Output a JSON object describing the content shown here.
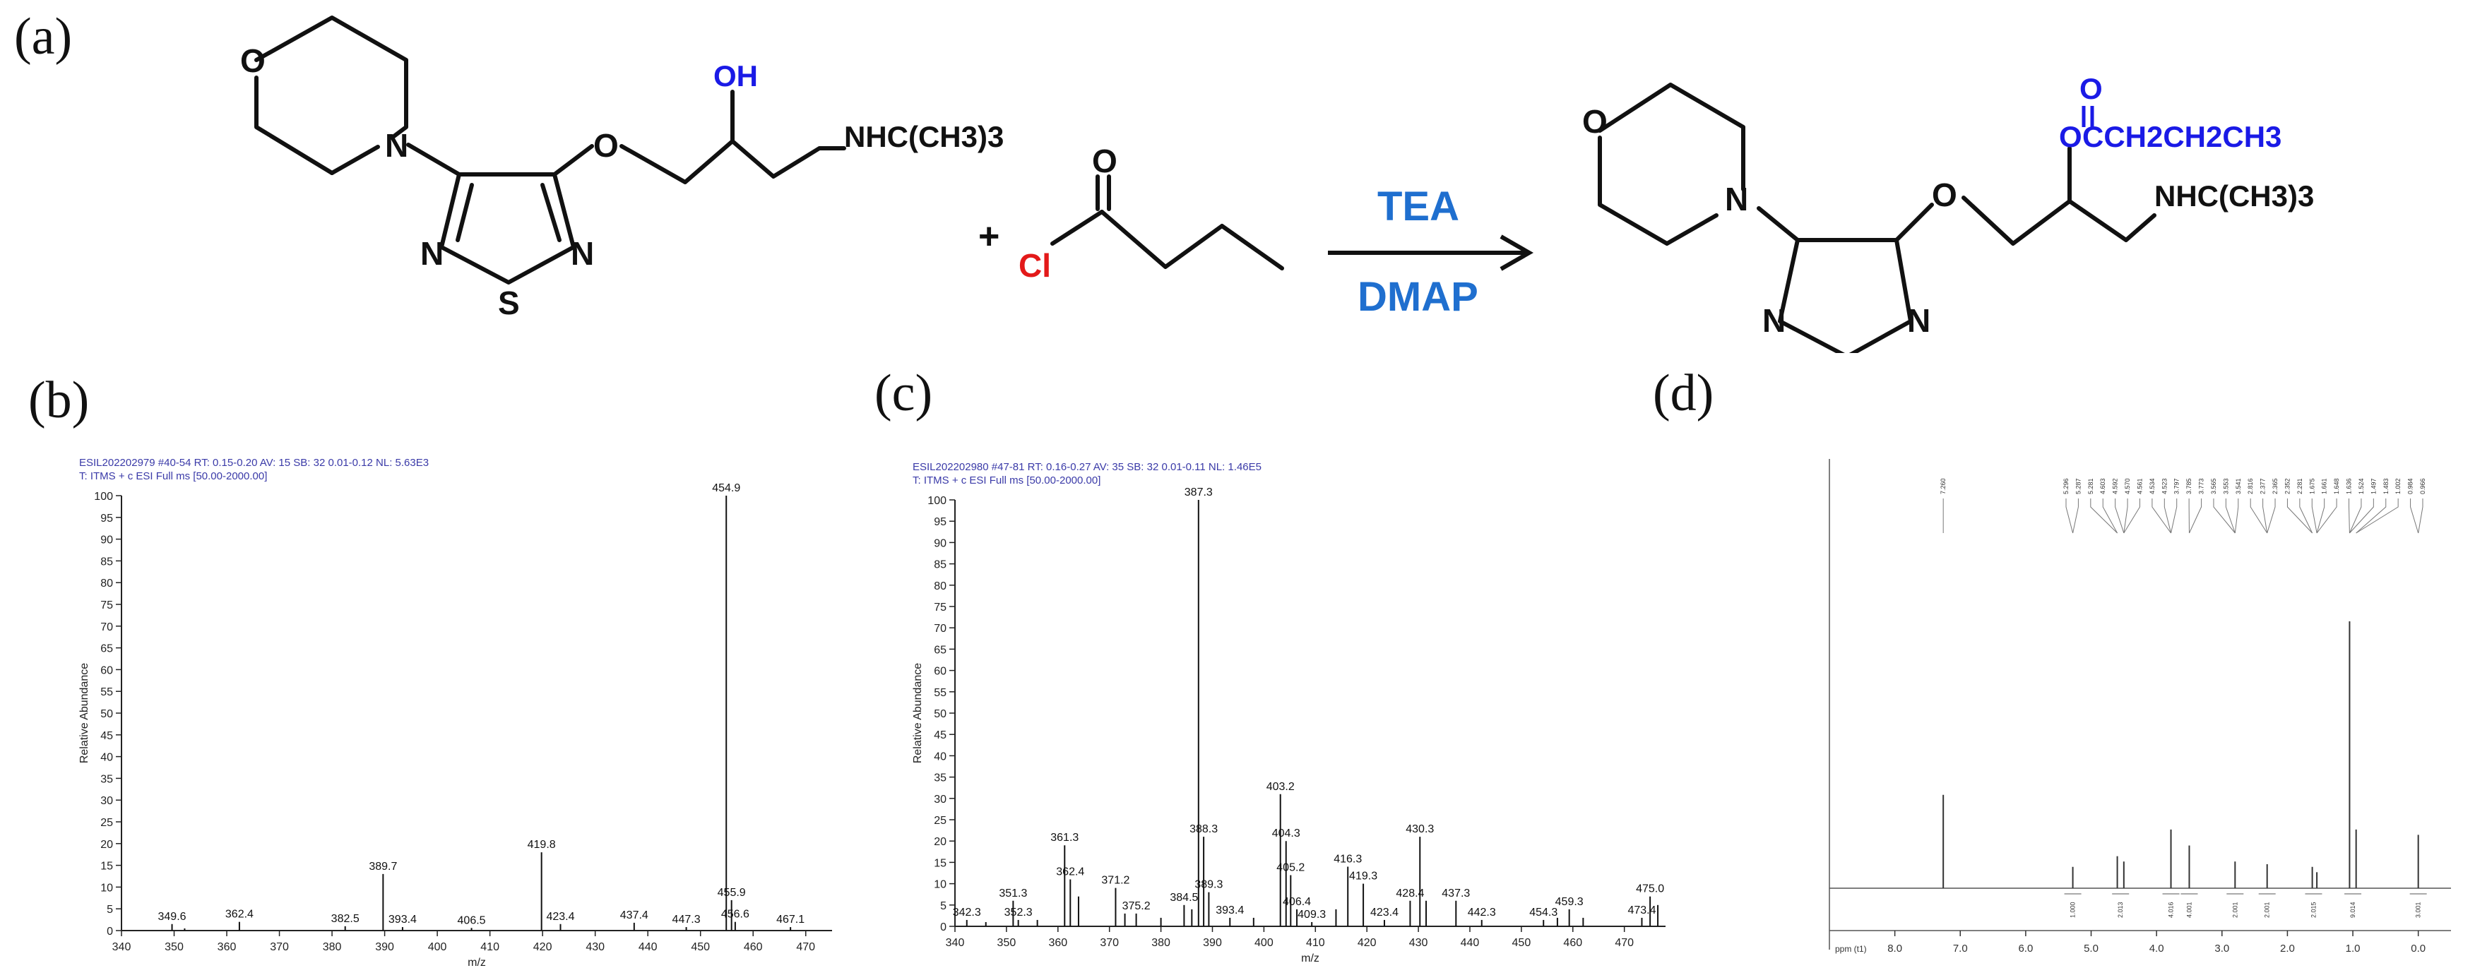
{
  "panels": {
    "a": "(a)",
    "b": "(b)",
    "c": "(c)",
    "d": "(d)"
  },
  "reaction": {
    "reactant_labels": {
      "oxygen": "O",
      "nitrogen": "N",
      "hydroxyl": "OH",
      "amine": "NHC(CH3)3",
      "sulfur": "S"
    },
    "acyl_chloride": {
      "carbonyl_o": "O",
      "chlorine": "Cl"
    },
    "plus": "+",
    "reagent_top": "TEA",
    "reagent_bottom": "DMAP",
    "product_labels": {
      "carbonyl_o": "O",
      "ester_o": "O",
      "ester_chain": "CCH2CH2CH3"
    },
    "colors": {
      "hydroxyl": "#1a1ae6",
      "chlorine": "#e31919",
      "reagents": "#1f6fcf",
      "ester": "#1a1ae6",
      "bond": "#111111"
    }
  },
  "chart_data": [
    {
      "type": "bar",
      "header": [
        "ESIL202202979 #40-54   RT: 0.15-0.20   AV: 15   SB: 32  0.01-0.12   NL: 5.63E3",
        "T: ITMS + c ESI Full ms [50.00-2000.00]"
      ],
      "xlabel": "m/z",
      "ylabel": "Relative Abundance",
      "xlim": [
        340,
        475
      ],
      "ylim": [
        0,
        100
      ],
      "xticks": [
        340,
        350,
        360,
        370,
        380,
        390,
        400,
        410,
        420,
        430,
        440,
        450,
        460,
        470
      ],
      "yticks": [
        0,
        5,
        10,
        15,
        20,
        25,
        30,
        35,
        40,
        45,
        50,
        55,
        60,
        65,
        70,
        75,
        80,
        85,
        90,
        95,
        100
      ],
      "x": [
        349.6,
        352.0,
        362.4,
        382.5,
        389.7,
        393.4,
        406.5,
        419.8,
        423.4,
        437.4,
        447.3,
        454.9,
        455.9,
        456.6,
        467.1
      ],
      "values": [
        1.5,
        0.5,
        2,
        1,
        13,
        0.8,
        0.6,
        18,
        1.5,
        1.8,
        0.8,
        100,
        7,
        2,
        0.8
      ],
      "labels": [
        "349.6",
        "",
        "362.4",
        "382.5",
        "389.7",
        "393.4",
        "406.5",
        "419.8",
        "423.4",
        "437.4",
        "447.3",
        "454.9",
        "455.9",
        "456.6",
        "467.1"
      ]
    },
    {
      "type": "bar",
      "header": [
        "ESIL202202980 #47-81   RT: 0.16-0.27   AV: 35   SB: 32  0.01-0.11   NL: 1.46E5",
        "T: ITMS + c ESI Full ms [50.00-2000.00]"
      ],
      "xlabel": "m/z",
      "ylabel": "Relative Abundance",
      "xlim": [
        340,
        478
      ],
      "ylim": [
        0,
        100
      ],
      "xticks": [
        340,
        350,
        360,
        370,
        380,
        390,
        400,
        410,
        420,
        430,
        440,
        450,
        460,
        470
      ],
      "yticks": [
        0,
        5,
        10,
        15,
        20,
        25,
        30,
        35,
        40,
        45,
        50,
        55,
        60,
        65,
        70,
        75,
        80,
        85,
        90,
        95,
        100
      ],
      "x": [
        342.3,
        346.0,
        351.3,
        352.3,
        356.0,
        361.3,
        362.4,
        364.0,
        371.2,
        373.0,
        375.2,
        380.0,
        384.5,
        386.0,
        387.3,
        388.3,
        389.3,
        393.4,
        398.0,
        403.2,
        404.3,
        405.2,
        406.4,
        409.3,
        414.0,
        416.3,
        419.3,
        423.4,
        428.4,
        430.3,
        431.5,
        437.3,
        442.3,
        454.3,
        457.0,
        459.3,
        462.0,
        473.4,
        475.0,
        476.5
      ],
      "values": [
        1.5,
        1,
        6,
        1.5,
        1.5,
        19,
        11,
        7,
        9,
        3,
        3,
        2,
        5,
        4,
        100,
        21,
        8,
        2,
        2,
        31,
        20,
        12,
        4,
        1,
        4,
        14,
        10,
        1.5,
        6,
        21,
        6,
        6,
        1.5,
        1.5,
        2,
        4,
        2,
        2,
        7,
        5
      ],
      "labels": [
        "342.3",
        "",
        "351.3",
        "352.3",
        "",
        "361.3",
        "362.4",
        "",
        "371.2",
        "",
        "375.2",
        "",
        "384.5",
        "",
        "387.3",
        "388.3",
        "389.3",
        "393.4",
        "",
        "403.2",
        "404.3",
        "405.2",
        "406.4",
        "409.3",
        "",
        "416.3",
        "419.3",
        "423.4",
        "428.4",
        "430.3",
        "",
        "437.3",
        "442.3",
        "454.3",
        "",
        "459.3",
        "",
        "473.4",
        "475.0",
        ""
      ]
    },
    {
      "type": "line",
      "xlabel": "ppm (t1)",
      "xlim": [
        9.0,
        -0.5
      ],
      "xticks": [
        8.0,
        7.0,
        6.0,
        5.0,
        4.0,
        3.0,
        2.0,
        1.0,
        0.0
      ],
      "x": [
        7.26,
        5.28,
        4.6,
        4.5,
        3.78,
        3.5,
        2.8,
        2.31,
        1.62,
        1.55,
        1.05,
        0.95,
        0.0
      ],
      "values": [
        35,
        8,
        12,
        10,
        22,
        16,
        10,
        9,
        8,
        6,
        100,
        22,
        20
      ],
      "top_labels": [
        "7.260",
        "5.296",
        "5.287",
        "5.281",
        "4.603",
        "4.592",
        "4.570",
        "4.561",
        "4.534",
        "4.523",
        "3.797",
        "3.785",
        "3.773",
        "3.565",
        "3.553",
        "3.541",
        "2.816",
        "2.377",
        "2.365",
        "2.352",
        "2.281",
        "1.675",
        "1.661",
        "1.648",
        "1.636",
        "1.524",
        "1.497",
        "1.483",
        "1.002",
        "0.984",
        "0.966"
      ],
      "integrals": [
        "1.000",
        "2.013",
        "4.016",
        "4.001",
        "2.001",
        "2.001",
        "2.015",
        "9.014",
        "3.001"
      ]
    }
  ]
}
